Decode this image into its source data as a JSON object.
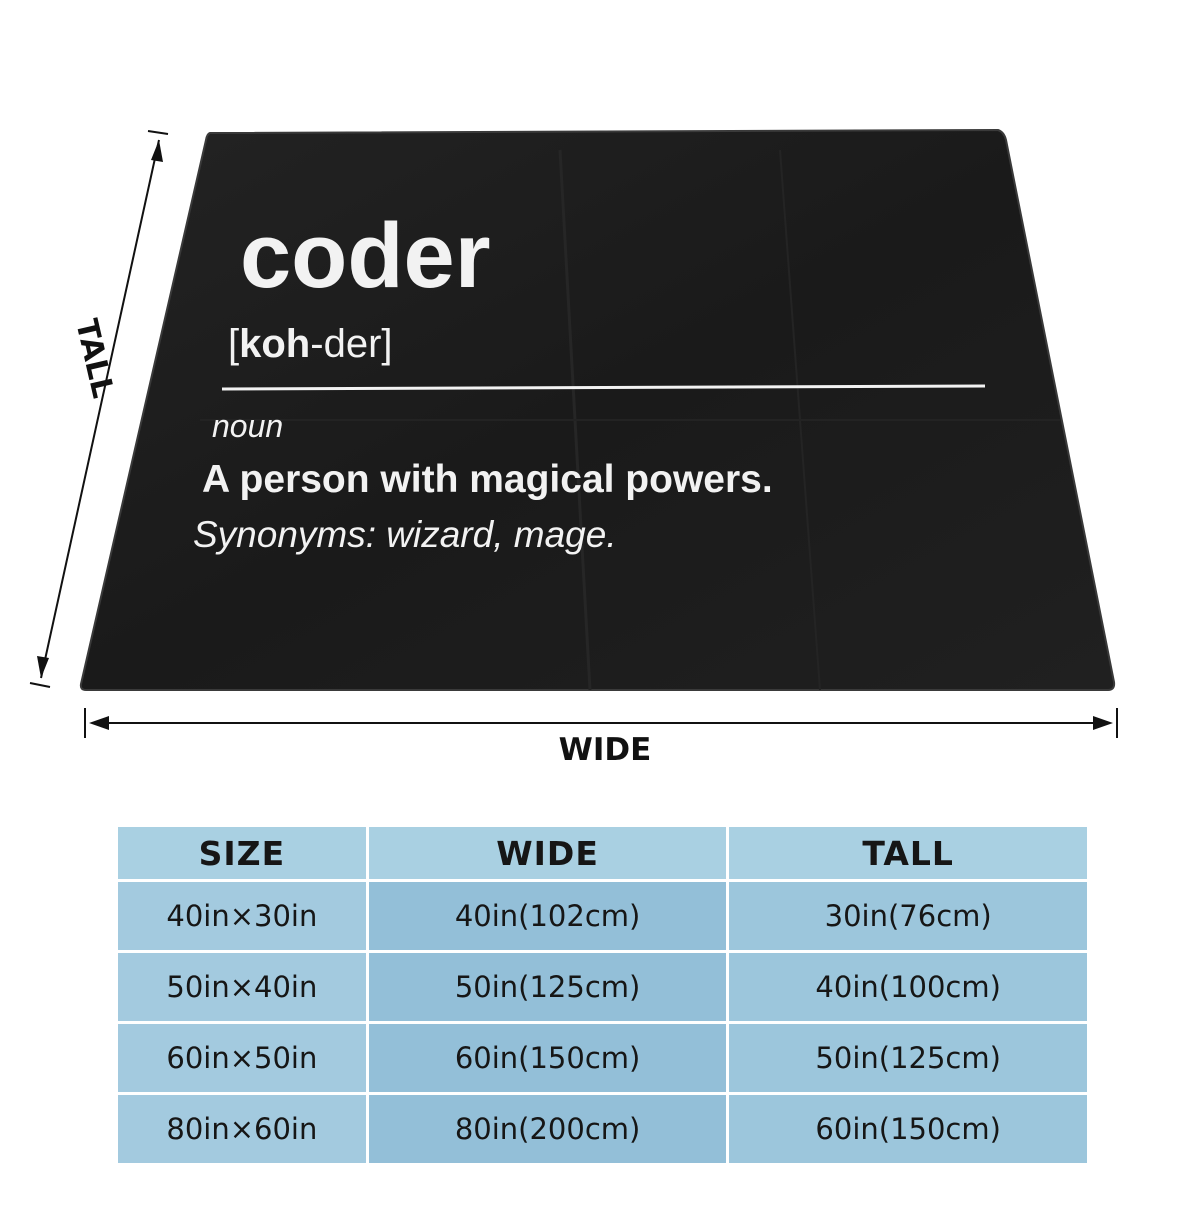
{
  "blanket": {
    "word": "coder",
    "pronunciation_open": "[",
    "pronunciation_bold": "koh",
    "pronunciation_rest": "-der]",
    "part_of_speech": "noun",
    "definition": "A person with magical powers.",
    "synonyms": "Synonyms: wizard, mage."
  },
  "dimensions": {
    "tall_label": "TALL",
    "wide_label": "WIDE"
  },
  "size_table": {
    "headers": [
      "SIZE",
      "WIDE",
      "TALL"
    ],
    "rows": [
      {
        "size": "40in×30in",
        "wide": "40in(102cm)",
        "tall": "30in(76cm)"
      },
      {
        "size": "50in×40in",
        "wide": "50in(125cm)",
        "tall": "40in(100cm)"
      },
      {
        "size": "60in×50in",
        "wide": "60in(150cm)",
        "tall": "50in(125cm)"
      },
      {
        "size": "80in×60in",
        "wide": "80in(200cm)",
        "tall": "60in(150cm)"
      }
    ]
  },
  "colors": {
    "blanket": "#1a1a1a",
    "blanket_text": "#f2f2f2",
    "table_header": "#a9d0e2",
    "table_cell": "#93bfd8"
  }
}
